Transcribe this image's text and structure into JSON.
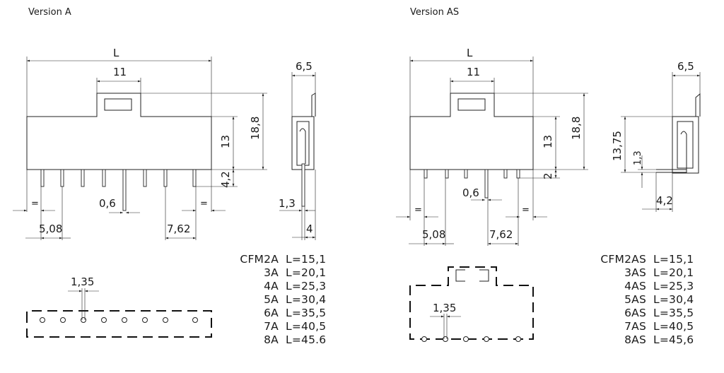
{
  "version_a": {
    "title": "Version A",
    "dims": {
      "L": "L",
      "latch": "11",
      "height": "18,8",
      "body": "13",
      "pin_len": "4,2",
      "pin_w": "0,6",
      "pitch": "5,08",
      "gap": "7,62",
      "side_w": "6,5",
      "side_pin": "1,3",
      "side_off": "4",
      "eq": "=",
      "hole_pitch": "1,35"
    },
    "table": [
      {
        "model": "CFM2A",
        "length": "L=15,1"
      },
      {
        "model": "3A",
        "length": "L=20,1"
      },
      {
        "model": "4A",
        "length": "L=25,3"
      },
      {
        "model": "5A",
        "length": "L=30,4"
      },
      {
        "model": "6A",
        "length": "L=35,5"
      },
      {
        "model": "7A",
        "length": "L=40,5"
      },
      {
        "model": "8A",
        "length": "L=45.6"
      }
    ]
  },
  "version_as": {
    "title": "Version AS",
    "dims": {
      "L": "L",
      "latch": "11",
      "height": "18,8",
      "body": "13",
      "pin_len": "2",
      "pin_w": "0,6",
      "pitch": "5,08",
      "gap": "7,62",
      "side_w": "6,5",
      "side_h": "13,75",
      "side_pin": "1,3",
      "side_off": "4,2",
      "eq": "=",
      "hole_pitch": "1,35"
    },
    "table": [
      {
        "model": "CFM2AS",
        "length": "L=15,1"
      },
      {
        "model": "3AS",
        "length": "L=20,1"
      },
      {
        "model": "4AS",
        "length": "L=25,3"
      },
      {
        "model": "5AS",
        "length": "L=30,4"
      },
      {
        "model": "6AS",
        "length": "L=35,5"
      },
      {
        "model": "7AS",
        "length": "L=40,5"
      },
      {
        "model": "8AS",
        "length": "L=45,6"
      }
    ]
  }
}
